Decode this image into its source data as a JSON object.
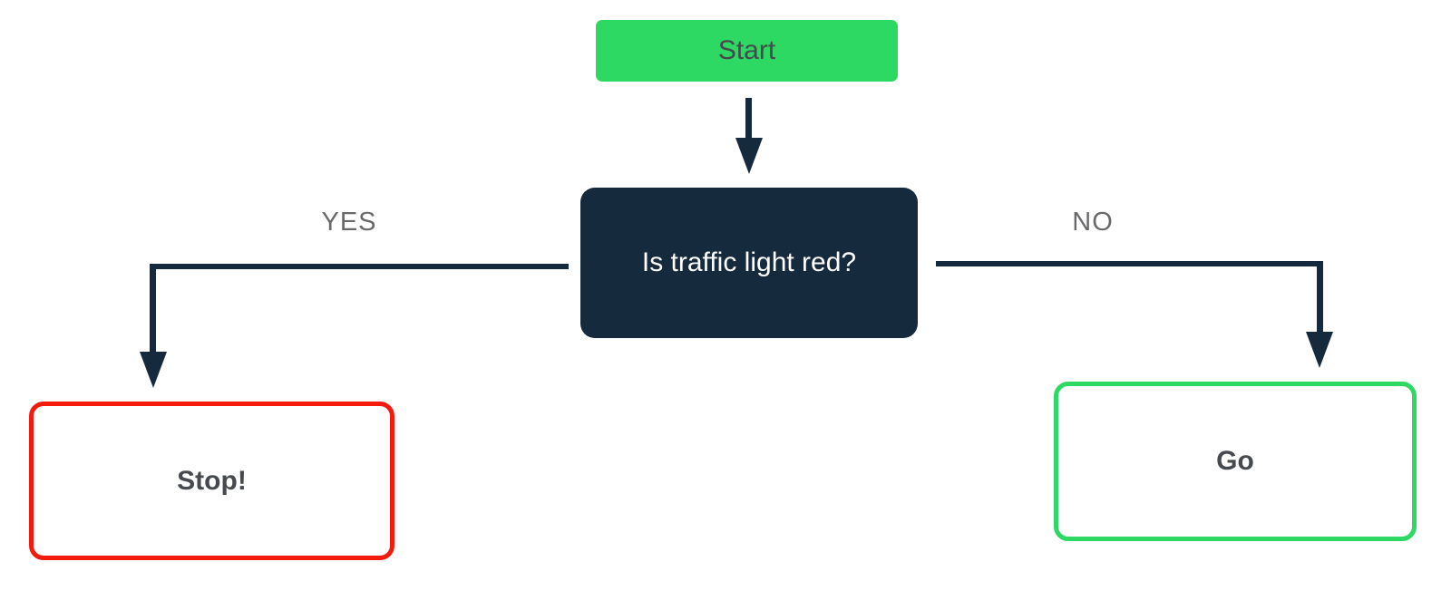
{
  "diagram": {
    "type": "flowchart",
    "nodes": {
      "start": {
        "label": "Start",
        "fill": "#2dd962",
        "text_color": "#46494d",
        "shape": "rounded-rect"
      },
      "decision": {
        "label": "Is traffic light red?",
        "fill": "#152a3d",
        "text_color": "#ffffff",
        "shape": "rounded-rect"
      },
      "stop": {
        "label": "Stop!",
        "fill": "#ffffff",
        "border_color": "#f41a0e",
        "text_color": "#46494d",
        "shape": "rounded-rect-outlined"
      },
      "go": {
        "label": "Go",
        "fill": "#ffffff",
        "border_color": "#2dd962",
        "text_color": "#46494d",
        "shape": "rounded-rect-outlined"
      }
    },
    "edges": [
      {
        "from": "start",
        "to": "decision",
        "label": ""
      },
      {
        "from": "decision",
        "to": "stop",
        "label": "YES"
      },
      {
        "from": "decision",
        "to": "go",
        "label": "NO"
      }
    ],
    "edge_labels": {
      "yes": "YES",
      "no": "NO"
    },
    "colors": {
      "green": "#2dd962",
      "navy": "#152a3d",
      "red": "#f41a0e",
      "dark_text": "#46494d",
      "label_gray": "#68696b",
      "background": "#ffffff"
    }
  }
}
